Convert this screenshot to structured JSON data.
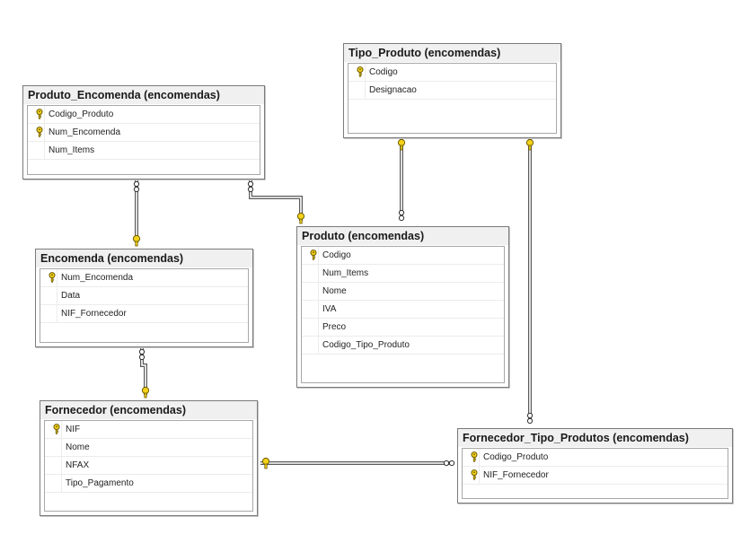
{
  "colors": {
    "key_fill": "#f4d21a",
    "key_stroke": "#6b5a00",
    "line": "#5a5a5a",
    "title_bg": "#f0f0f0",
    "border": "#7a7a7a"
  },
  "tables": [
    {
      "id": "produto-encomenda",
      "title": "Produto_Encomenda (encomendas)",
      "columns": [
        {
          "name": "Codigo_Produto",
          "key": true
        },
        {
          "name": "Num_Encomenda",
          "key": true
        },
        {
          "name": "Num_Items",
          "key": false
        }
      ]
    },
    {
      "id": "tipo-produto",
      "title": "Tipo_Produto (encomendas)",
      "columns": [
        {
          "name": "Codigo",
          "key": true
        },
        {
          "name": "Designacao",
          "key": false
        }
      ]
    },
    {
      "id": "encomenda",
      "title": "Encomenda (encomendas)",
      "columns": [
        {
          "name": "Num_Encomenda",
          "key": true
        },
        {
          "name": "Data",
          "key": false
        },
        {
          "name": "NIF_Fornecedor",
          "key": false
        }
      ]
    },
    {
      "id": "produto",
      "title": "Produto (encomendas)",
      "columns": [
        {
          "name": "Codigo",
          "key": true
        },
        {
          "name": "Num_Items",
          "key": false
        },
        {
          "name": "Nome",
          "key": false
        },
        {
          "name": "IVA",
          "key": false
        },
        {
          "name": "Preco",
          "key": false
        },
        {
          "name": "Codigo_Tipo_Produto",
          "key": false
        }
      ]
    },
    {
      "id": "fornecedor",
      "title": "Fornecedor (encomendas)",
      "columns": [
        {
          "name": "NIF",
          "key": true
        },
        {
          "name": "Nome",
          "key": false
        },
        {
          "name": "NFAX",
          "key": false
        },
        {
          "name": "Tipo_Pagamento",
          "key": false
        }
      ]
    },
    {
      "id": "fornecedor-tipo-produtos",
      "title": "Fornecedor_Tipo_Produtos (encomendas)",
      "columns": [
        {
          "name": "Codigo_Produto",
          "key": true
        },
        {
          "name": "NIF_Fornecedor",
          "key": true
        }
      ]
    }
  ],
  "relationships": [
    {
      "from": "produto-encomenda",
      "to": "encomenda",
      "from_end": "many",
      "to_end": "one"
    },
    {
      "from": "produto-encomenda",
      "to": "produto",
      "from_end": "many",
      "to_end": "one"
    },
    {
      "from": "produto",
      "to": "tipo-produto",
      "from_end": "many",
      "to_end": "one"
    },
    {
      "from": "encomenda",
      "to": "fornecedor",
      "from_end": "many",
      "to_end": "one"
    },
    {
      "from": "fornecedor-tipo-produtos",
      "to": "tipo-produto",
      "from_end": "many",
      "to_end": "one"
    },
    {
      "from": "fornecedor-tipo-produtos",
      "to": "fornecedor",
      "from_end": "many",
      "to_end": "one"
    }
  ]
}
